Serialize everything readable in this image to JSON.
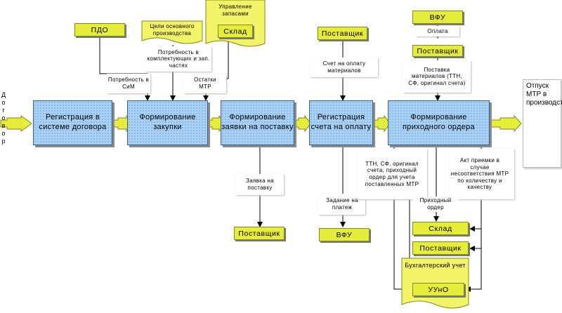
{
  "left_input": "Договор",
  "processes": {
    "registration": "Регистрация в системе договора",
    "procurement": "Формирование закупки",
    "request": "Формирование заявки на поставку",
    "invoice": "Регистрация счета на оплату",
    "receipt": "Формирование приходного ордера"
  },
  "output_box": "Отпуск МТР в производство",
  "entities": {
    "pdo": "ПДО",
    "sklad_top": "Склад",
    "supplier_top": "Поставщик",
    "vfu_top": "ВФУ",
    "supplier_vfu": "Поставщик",
    "supplier_bottom": "Поставщик",
    "vfu_bottom": "ВФУ",
    "sklad_right": "Склад",
    "supplier_right": "Поставщик",
    "uuno": "УУнО"
  },
  "documents": {
    "goals": "Цели основного производства",
    "inventory": "Управление запасами",
    "accounting": "Бухгалтерский учет"
  },
  "notes": {
    "need_parts": "Потребность в комплектующих и зап. частях",
    "need_sim": "Потребность в СиМ",
    "remains": "Остатки МТР",
    "invoice_materials": "Счет на оплату материалов",
    "payment": "Оплата",
    "delivery": "Поставка материалов (ТТН, СФ, оригинал счета)",
    "supply_request": "Заявка на поставку",
    "payment_task": "Задание на платеж",
    "ttn_docs": "ТТН, СФ, оригинал счета, приходный ордер для учета поставленных МТР",
    "act": "Акт приемки в случае несоответствия МТР по количеству и качеству",
    "receipt_order": "Приходный ордер"
  }
}
